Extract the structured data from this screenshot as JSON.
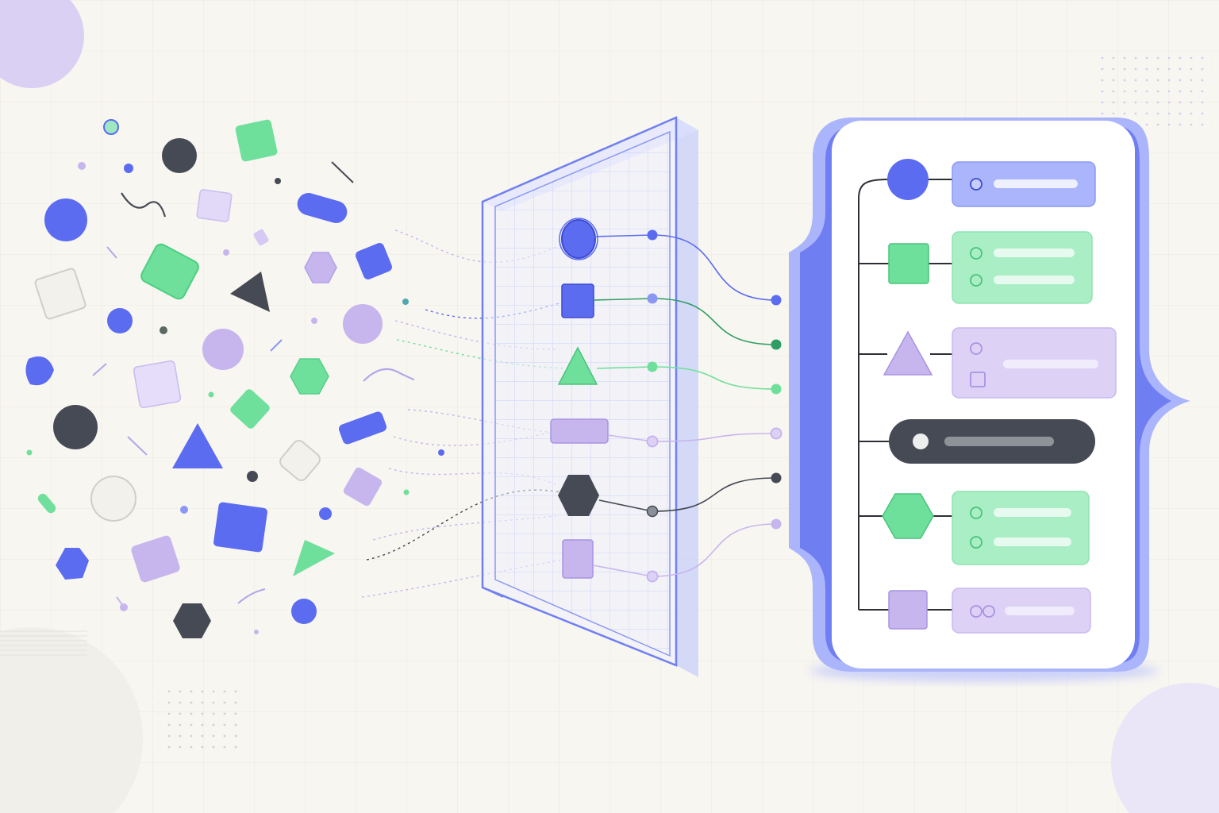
{
  "palette": {
    "background": "#f8f6f0",
    "grid": "#ebe8e0",
    "blue": "#5c6cf0",
    "blue_light": "#aab5fb",
    "blue_frame": "#6f7ff2",
    "green": "#6fdf9c",
    "green_light": "#a9eec4",
    "purple": "#c7b5ee",
    "purple_light": "#ddd1f6",
    "dark": "#454a55",
    "white": "#f6f6f3",
    "line_dark": "#2c2f36"
  },
  "diagram": {
    "stages": [
      {
        "name": "scattered-shapes",
        "description": ""
      },
      {
        "name": "sorting-grid-panel",
        "description": ""
      },
      {
        "name": "structured-bracket-card",
        "description": ""
      }
    ],
    "sorted_items": [
      {
        "shape": "circle",
        "color": "blue",
        "icon": "circle-icon"
      },
      {
        "shape": "square",
        "color": "blue",
        "icon": "square-icon"
      },
      {
        "shape": "triangle",
        "color": "green",
        "icon": "triangle-icon"
      },
      {
        "shape": "rect",
        "color": "purple",
        "icon": "rectangle-icon"
      },
      {
        "shape": "hexagon",
        "color": "dark",
        "icon": "hexagon-icon"
      },
      {
        "shape": "square",
        "color": "purple",
        "icon": "square-icon"
      }
    ],
    "output_rows": [
      {
        "shape": "circle",
        "node_color": "blue",
        "card_color": "blue_light"
      },
      {
        "shape": "square",
        "node_color": "green",
        "card_color": "green_light"
      },
      {
        "shape": "triangle",
        "node_color": "purple",
        "card_color": "purple_light"
      },
      {
        "shape": "pill",
        "node_color": "dark",
        "card_color": "dark"
      },
      {
        "shape": "hexagon",
        "node_color": "green",
        "card_color": "green_light"
      },
      {
        "shape": "square",
        "node_color": "purple",
        "card_color": "purple_light"
      }
    ]
  }
}
